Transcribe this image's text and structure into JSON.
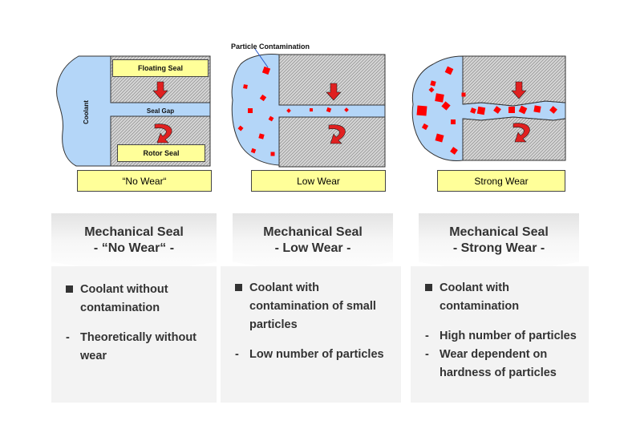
{
  "diagram": {
    "callout": "Particle Contamination",
    "floating_seal": "Floating Seal",
    "seal_gap": "Seal Gap",
    "rotor_seal": "Rotor Seal",
    "coolant": "Coolant",
    "wear_labels": [
      "“No Wear“",
      "Low Wear",
      "Strong Wear"
    ],
    "colors": {
      "coolant": "#b4d6f8",
      "particle": "#ff0000",
      "arrow": "#e02020",
      "label_bg": "#ffff99",
      "hatch": "#c0c0c0"
    }
  },
  "columns": [
    {
      "title_line1": "Mechanical Seal",
      "title_line2": "- “No Wear“ -",
      "items": [
        {
          "marker": "square",
          "text": "Coolant without contamination"
        },
        {
          "marker": "-",
          "text": "Theoretically without wear"
        }
      ]
    },
    {
      "title_line1": "Mechanical Seal",
      "title_line2": "- Low Wear -",
      "items": [
        {
          "marker": "square",
          "text": "Coolant with contamination of small particles"
        },
        {
          "marker": "-",
          "text": "Low number of particles"
        }
      ]
    },
    {
      "title_line1": "Mechanical Seal",
      "title_line2": "- Strong Wear -",
      "items": [
        {
          "marker": "square",
          "text": "Coolant with contamination"
        },
        {
          "marker": "-",
          "text": "High number of particles"
        },
        {
          "marker": "-",
          "text": "Wear dependent on hardness of particles"
        }
      ]
    }
  ]
}
